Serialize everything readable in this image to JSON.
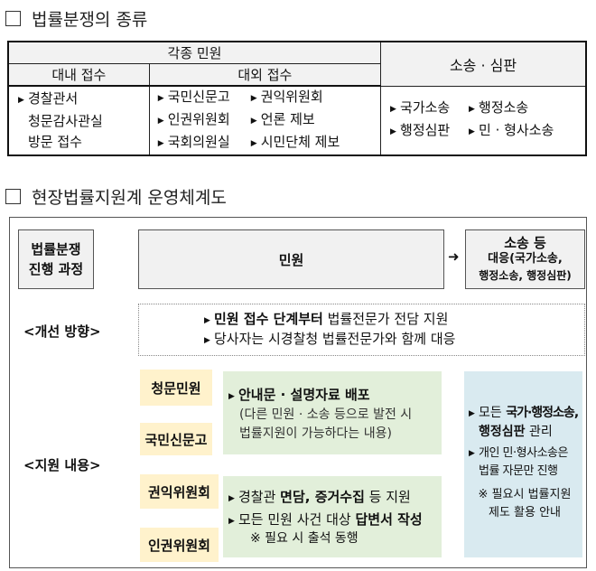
{
  "section1": {
    "title": "법률분쟁의 종류",
    "table": {
      "group_header": "각종 민원",
      "col_internal": "대내 접수",
      "col_external": "대외 접수",
      "col_litigation": "소송 · 심판",
      "internal_items": [
        "경찰관서",
        "청문감사관실",
        "방문 접수"
      ],
      "external_items": [
        "국민신문고",
        "권익위원회",
        "인권위원회",
        "언론 제보",
        "국회의원실",
        "시민단체 제보"
      ],
      "litigation_items": [
        "국가소송",
        "행정소송",
        "행정심판",
        "민 · 형사소송"
      ]
    }
  },
  "section2": {
    "title": "현장법률지원계 운영체계도",
    "process_label": [
      "법률분쟁",
      "진행 과정"
    ],
    "civil_complaint": "민원",
    "arrow": "➜",
    "litigation_box": [
      "소송 등",
      "대응(국가소송,",
      "행정소송, 행정심판)"
    ],
    "improvement_label": "<개선 방향>",
    "improvement_items": [
      {
        "bold": "민원 접수 단계부터",
        "rest": " 법률전문가 전담 지원"
      },
      {
        "bold": "",
        "rest": "당사자는 시경찰청 법률전문가와 함께 대응"
      }
    ],
    "support_label": "<지원 내용>",
    "channels": [
      "청문민원",
      "국민신문고",
      "권익위원회",
      "인권위원회"
    ],
    "green_box_1": {
      "title": "안내문 · 설명자료 배포",
      "lines": [
        "(다른 민원 · 소송 등으로 발전 시",
        "법률지원이 가능하다는 내용)"
      ]
    },
    "green_box_2": {
      "line1_pre": "경찰관 ",
      "line1_bold": "면담, 증거수집",
      "line1_post": " 등 지원",
      "line2_pre": "모든 민원 사건 대상 ",
      "line2_bold": "답변서 작성",
      "note": "※ 필요 시 출석 동행"
    },
    "blue_box": {
      "item1_pre": "모든 ",
      "item1_bold": "국가·행정소송,",
      "item1_bold2": "행정심판",
      "item1_post": " 관리",
      "item2_line1": "개인 민·형사소송은",
      "item2_line2": "법률 자문만 진행",
      "note_line1": "※ 필요시 법률지원",
      "note_line2": "제도 활용 안내"
    },
    "bullet": "▶"
  }
}
